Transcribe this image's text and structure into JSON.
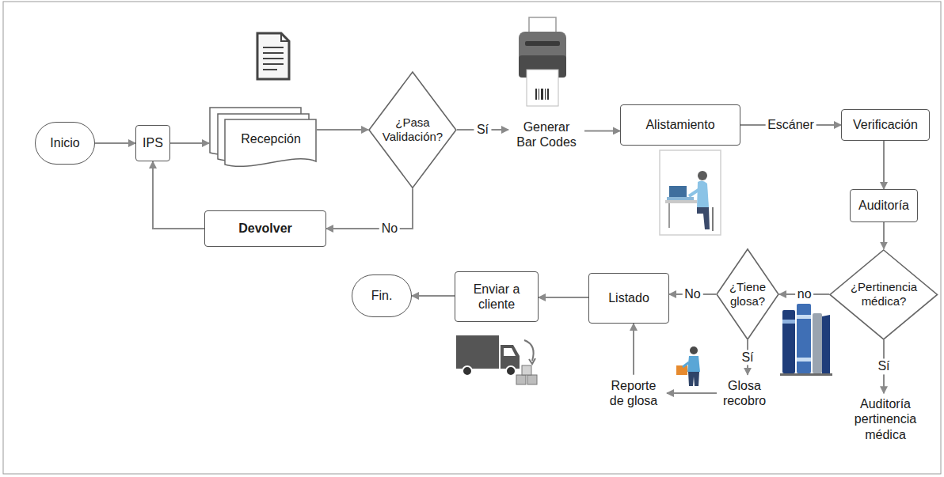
{
  "diagram": {
    "nodes": [
      {
        "text": [
          "Inicio"
        ]
      },
      {
        "text": [
          "IPS"
        ]
      },
      {
        "text": [
          "Recepción"
        ]
      },
      {
        "text": [
          "¿Pasa Validación?"
        ]
      },
      {
        "text": [
          "Generar Bar Codes"
        ]
      },
      {
        "text": [
          "Alistamiento"
        ]
      },
      {
        "text": [
          "Verificación"
        ]
      },
      {
        "text": [
          "Devolver"
        ]
      },
      {
        "text": [
          "Auditoría"
        ]
      },
      {
        "text": [
          "¿Pertinencia médica?"
        ]
      },
      {
        "text": [
          "Auditoría pertinencia médica"
        ]
      },
      {
        "text": [
          "¿Tiene glosa?"
        ]
      },
      {
        "text": [
          "Glosa recobro"
        ]
      },
      {
        "text": [
          "Reporte de glosa"
        ]
      },
      {
        "text": [
          "Listado"
        ]
      },
      {
        "text": [
          "Enviar a cliente"
        ]
      },
      {
        "text": [
          "Fin."
        ]
      }
    ],
    "edges": [
      {
        "from": 0,
        "to": 1,
        "arrow": "to"
      },
      {
        "from": 1,
        "to": 2,
        "arrow": "to"
      },
      {
        "from": 2,
        "to": 3,
        "arrow": "to"
      },
      {
        "from": 3,
        "to": 4,
        "label": "Sí",
        "arrow": "to"
      },
      {
        "from": 4,
        "to": 5,
        "arrow": "to"
      },
      {
        "from": 5,
        "to": 6,
        "label": "Escáner",
        "arrow": "to"
      },
      {
        "from": 3,
        "to": 7,
        "label": "No",
        "arrow": "to"
      },
      {
        "from": 7,
        "to": 1,
        "arrow": "to"
      },
      {
        "from": 6,
        "to": 8,
        "arrow": "to"
      },
      {
        "from": 8,
        "to": 9,
        "arrow": "to"
      },
      {
        "from": 9,
        "to": 10,
        "label": "Sí",
        "arrow": "to"
      },
      {
        "from": 9,
        "to": 11,
        "label": "no",
        "arrow": "to"
      },
      {
        "from": 11,
        "to": 14,
        "label": "No",
        "arrow": "to"
      },
      {
        "from": 11,
        "to": 12,
        "label": "Sí",
        "arrow": "to"
      },
      {
        "from": 12,
        "to": 13,
        "arrow": "to"
      },
      {
        "from": 13,
        "to": 14,
        "arrow": "to"
      },
      {
        "from": 14,
        "to": 15,
        "arrow": "to"
      },
      {
        "from": 15,
        "to": 16,
        "arrow": "to"
      }
    ]
  }
}
